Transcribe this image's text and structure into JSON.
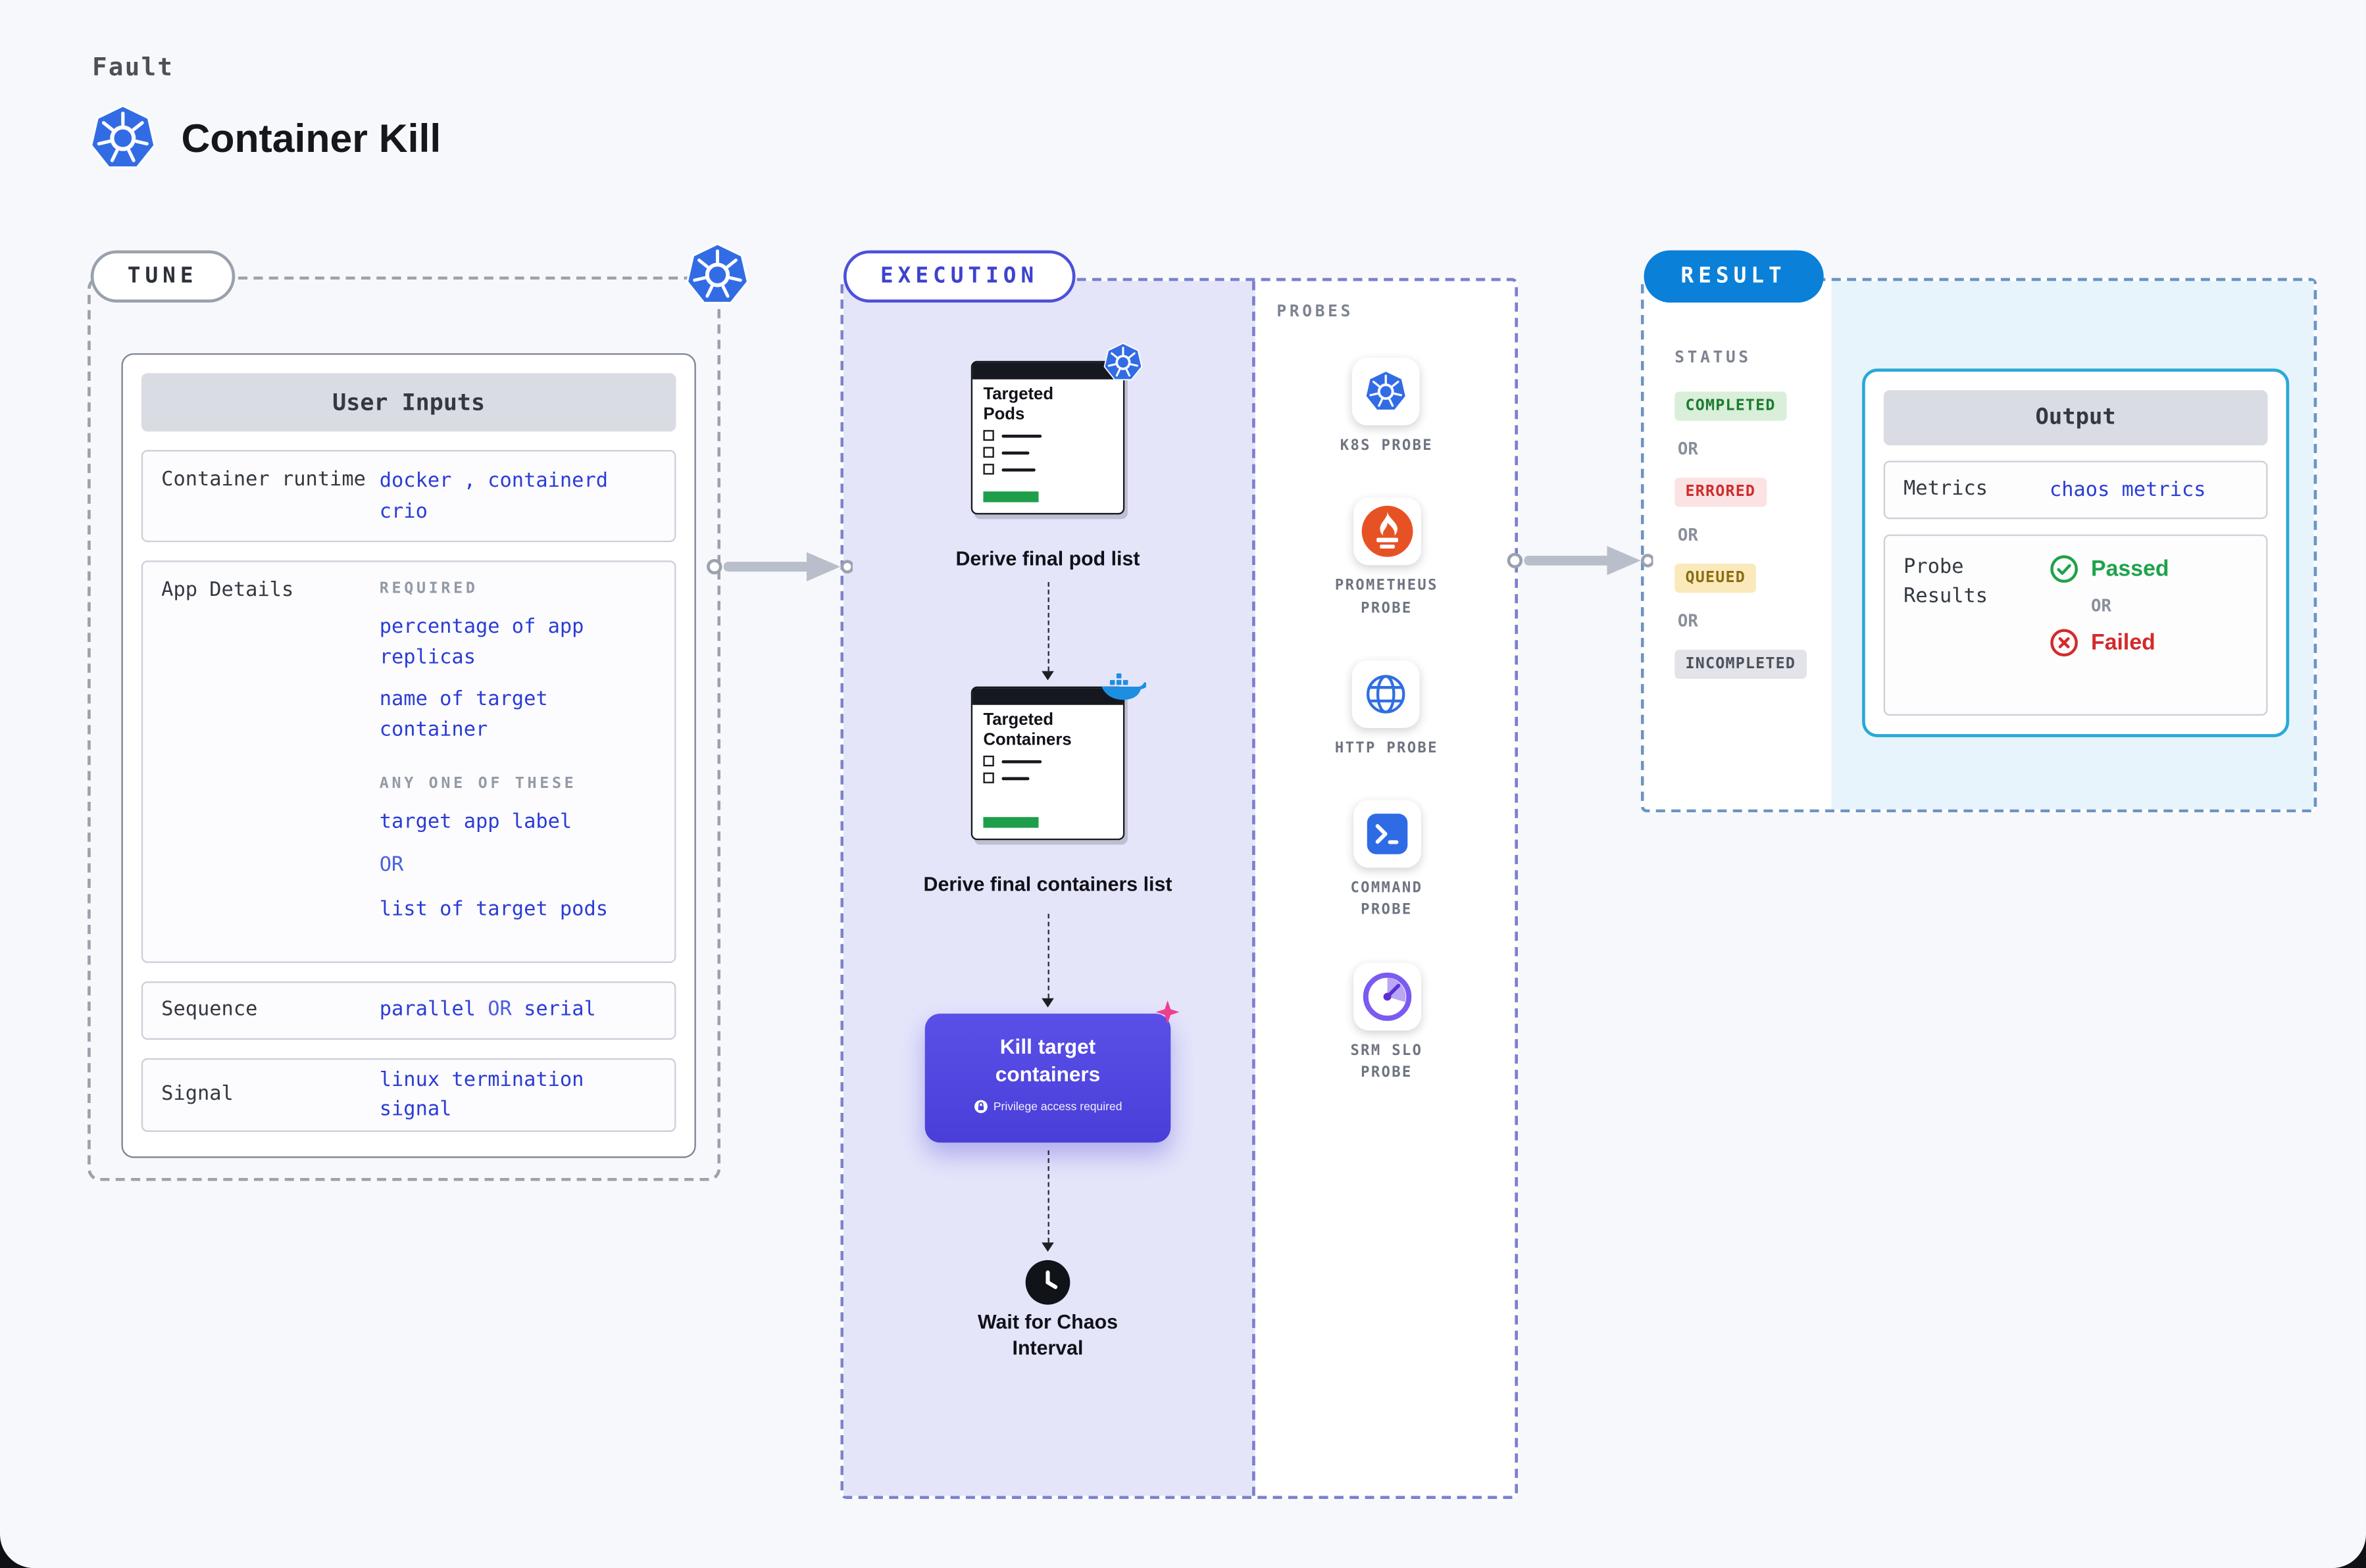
{
  "header": {
    "eyebrow": "Fault",
    "title": "Container Kill"
  },
  "tune": {
    "label": "TUNE",
    "user_inputs": {
      "title": "User Inputs",
      "container_runtime": {
        "label": "Container runtime",
        "value": "docker , containerd crio"
      },
      "app_details": {
        "label": "App Details",
        "required_label": "REQUIRED",
        "required_items": [
          "percentage of app replicas",
          "name of target container"
        ],
        "any_one_label": "ANY ONE OF THESE",
        "option_a": "target app label",
        "or_label": "OR",
        "option_b": "list of target pods"
      },
      "sequence": {
        "label": "Sequence",
        "value_a": "parallel",
        "or_label": "OR",
        "value_b": "serial"
      },
      "signal": {
        "label": "Signal",
        "value": "linux termination signal"
      }
    }
  },
  "execution": {
    "label": "EXECUTION",
    "steps": {
      "pods": {
        "card_title": "Targeted Pods",
        "caption": "Derive final pod list"
      },
      "containers": {
        "card_title": "Targeted Containers",
        "caption": "Derive final containers list"
      },
      "kill": {
        "title": "Kill target containers",
        "note": "Privilege access required"
      },
      "wait": {
        "caption": "Wait for Chaos Interval"
      }
    },
    "probes": {
      "label": "PROBES",
      "items": [
        {
          "name": "K8S PROBE",
          "icon": "kubernetes"
        },
        {
          "name": "PROMETHEUS PROBE",
          "icon": "prometheus"
        },
        {
          "name": "HTTP PROBE",
          "icon": "globe"
        },
        {
          "name": "COMMAND PROBE",
          "icon": "terminal"
        },
        {
          "name": "SRM SLO PROBE",
          "icon": "gauge"
        }
      ]
    }
  },
  "result": {
    "label": "RESULT",
    "status": {
      "label": "STATUS",
      "separator": "OR",
      "badges": [
        "COMPLETED",
        "ERRORED",
        "QUEUED",
        "INCOMPLETED"
      ]
    },
    "output": {
      "title": "Output",
      "metrics": {
        "label": "Metrics",
        "value": "chaos metrics"
      },
      "probe_results": {
        "label": "Probe Results",
        "passed": "Passed",
        "or_label": "OR",
        "failed": "Failed"
      }
    }
  },
  "colors": {
    "page_background": "#f7f8fb",
    "value_text_blue": "#2b3cd5",
    "kubernetes_blue": "#326ce5",
    "execution_accent": "#4c50d8",
    "execution_panel": "#e5e5fa",
    "kill_button_purple": "#5349de",
    "result_pill_blue": "#0a80d8",
    "output_border_cyan": "#2aa9d6",
    "result_panel": "#e7f4fb",
    "completed_green": "#1d7b31",
    "errored_red": "#cf2d2d",
    "queued_amber": "#8a6d12",
    "incompleted_gray": "#4c515c",
    "passed_green": "#1ea24a",
    "failed_red": "#d42a2a",
    "prometheus_orange": "#e75225",
    "chaos_pink": "#ef3e8e",
    "progress_green": "#1e9e4a"
  }
}
